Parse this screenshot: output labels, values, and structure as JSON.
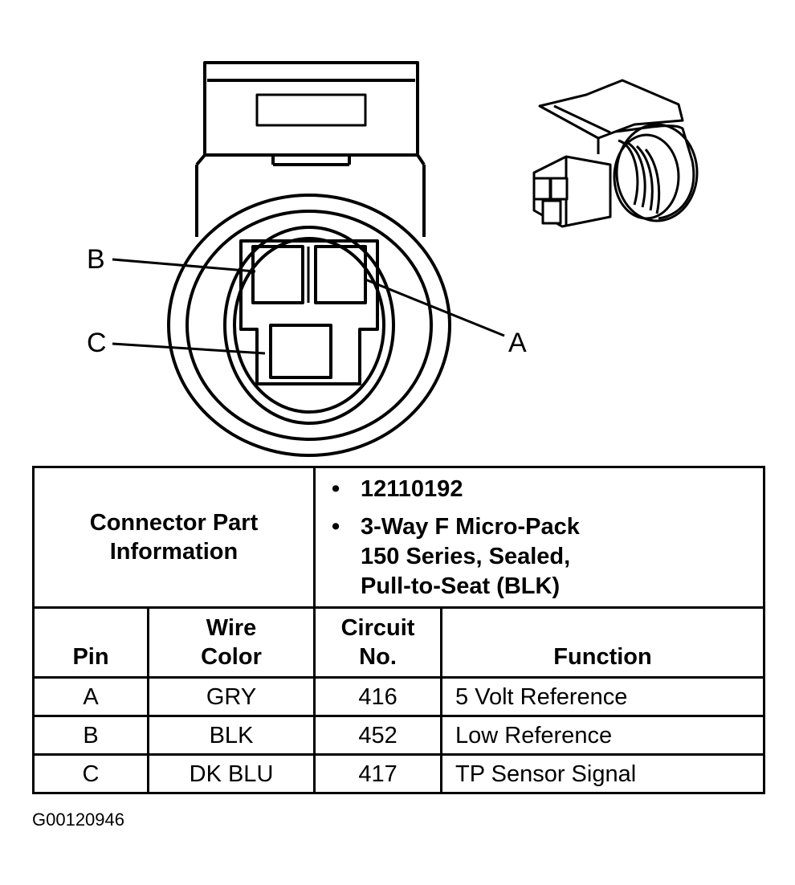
{
  "pin_callouts": [
    "A",
    "B",
    "C"
  ],
  "connector_info": {
    "title": "Connector Part\nInformation",
    "details": [
      "12110192",
      "3-Way F Micro-Pack\n150 Series, Sealed,\nPull-to-Seat (BLK)"
    ],
    "bullet_glyph": "•"
  },
  "pin_table": {
    "headers": [
      "Pin",
      "Wire\nColor",
      "Circuit\nNo.",
      "Function"
    ],
    "rows": [
      [
        "A",
        "GRY",
        "416",
        "5 Volt Reference"
      ],
      [
        "B",
        "BLK",
        "452",
        "Low Reference"
      ],
      [
        "C",
        "DK BLU",
        "417",
        "TP Sensor Signal"
      ]
    ]
  },
  "figure_id": "G00120946"
}
